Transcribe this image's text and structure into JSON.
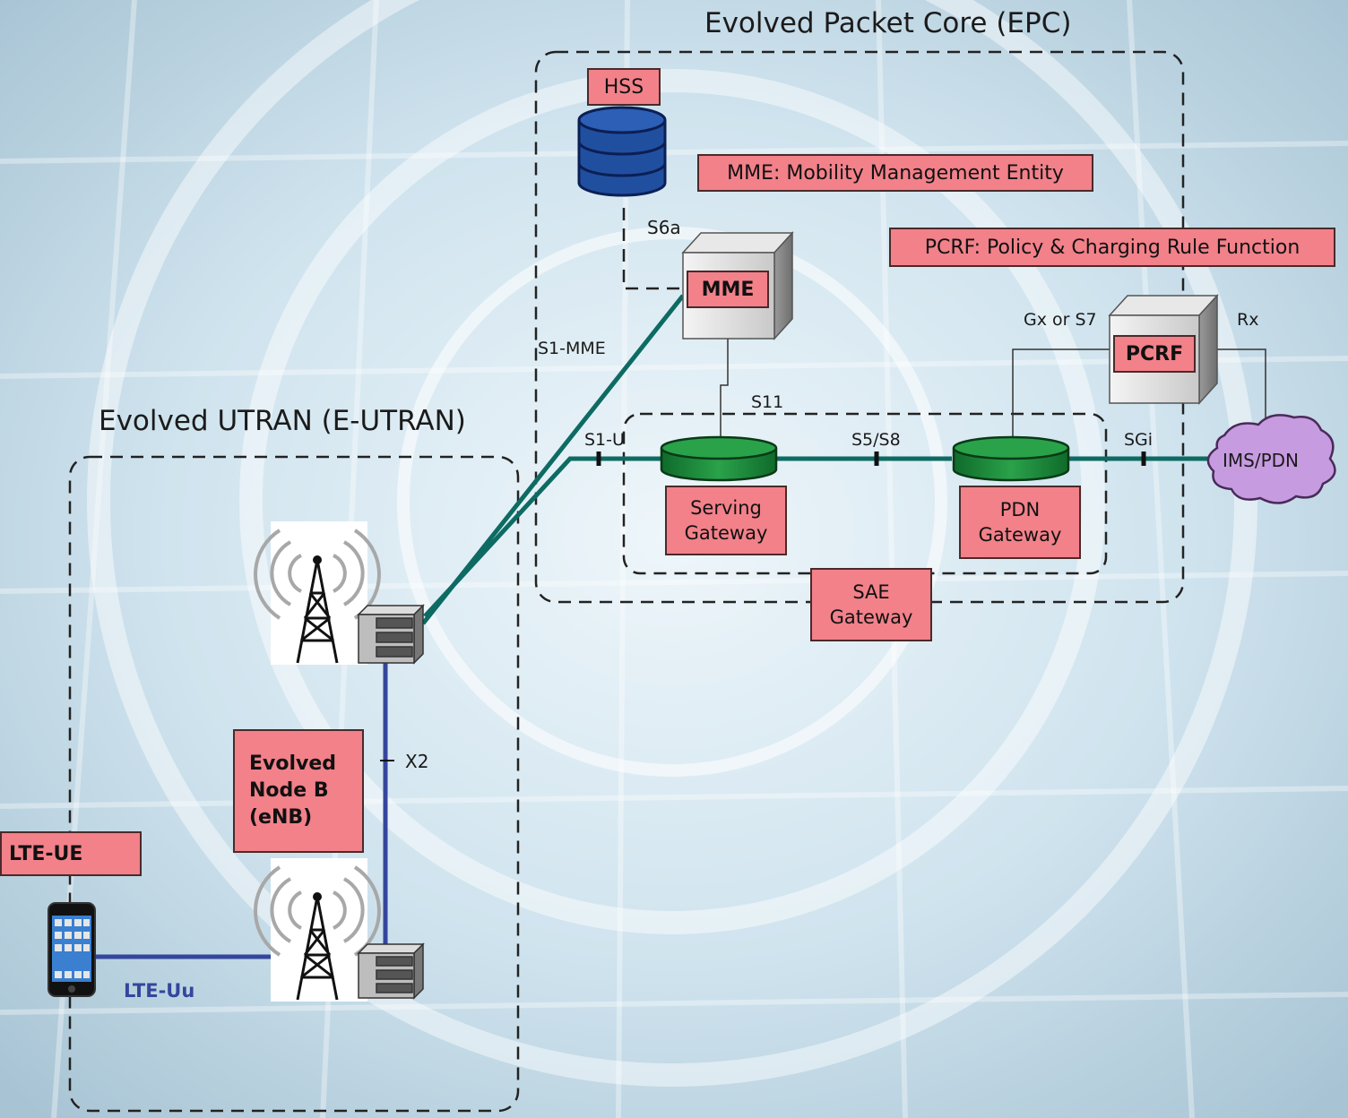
{
  "regions": {
    "epc_title": "Evolved Packet Core (EPC)",
    "eutran_title": "Evolved UTRAN (E-UTRAN)"
  },
  "labels": {
    "hss": "HSS",
    "mme_def": "MME: Mobility Management Entity",
    "pcrf_def": "PCRF: Policy & Charging Rule Function",
    "mme": "MME",
    "pcrf": "PCRF",
    "serving_gw": "Serving\nGateway",
    "pdn_gw": "PDN\nGateway",
    "sae_gw": "SAE\nGateway",
    "imspdn": "IMS/PDN",
    "enb": "Evolved\nNode B\n(eNB)",
    "lte_ue": "LTE-UE"
  },
  "interfaces": {
    "s6a": "S6a",
    "s1mme": "S1-MME",
    "s11": "S11",
    "s1u": "S1-U",
    "s5s8": "S5/S8",
    "sgi": "SGi",
    "gx": "Gx or S7",
    "rx": "Rx",
    "x2": "X2",
    "lteuu": "LTE-Uu"
  },
  "colors": {
    "label_fill": "#f2818a",
    "epc_link": "#0d6b63",
    "ran_link": "#34469c",
    "gateway_green": "#1f8a3a",
    "hss_blue": "#214fa0",
    "cloud_purple": "#c79be0"
  },
  "icons": [
    "database-icon",
    "server-cabinet-icon",
    "gateway-cylinder-icon",
    "cell-tower-icon",
    "smartphone-icon",
    "cloud-icon"
  ]
}
